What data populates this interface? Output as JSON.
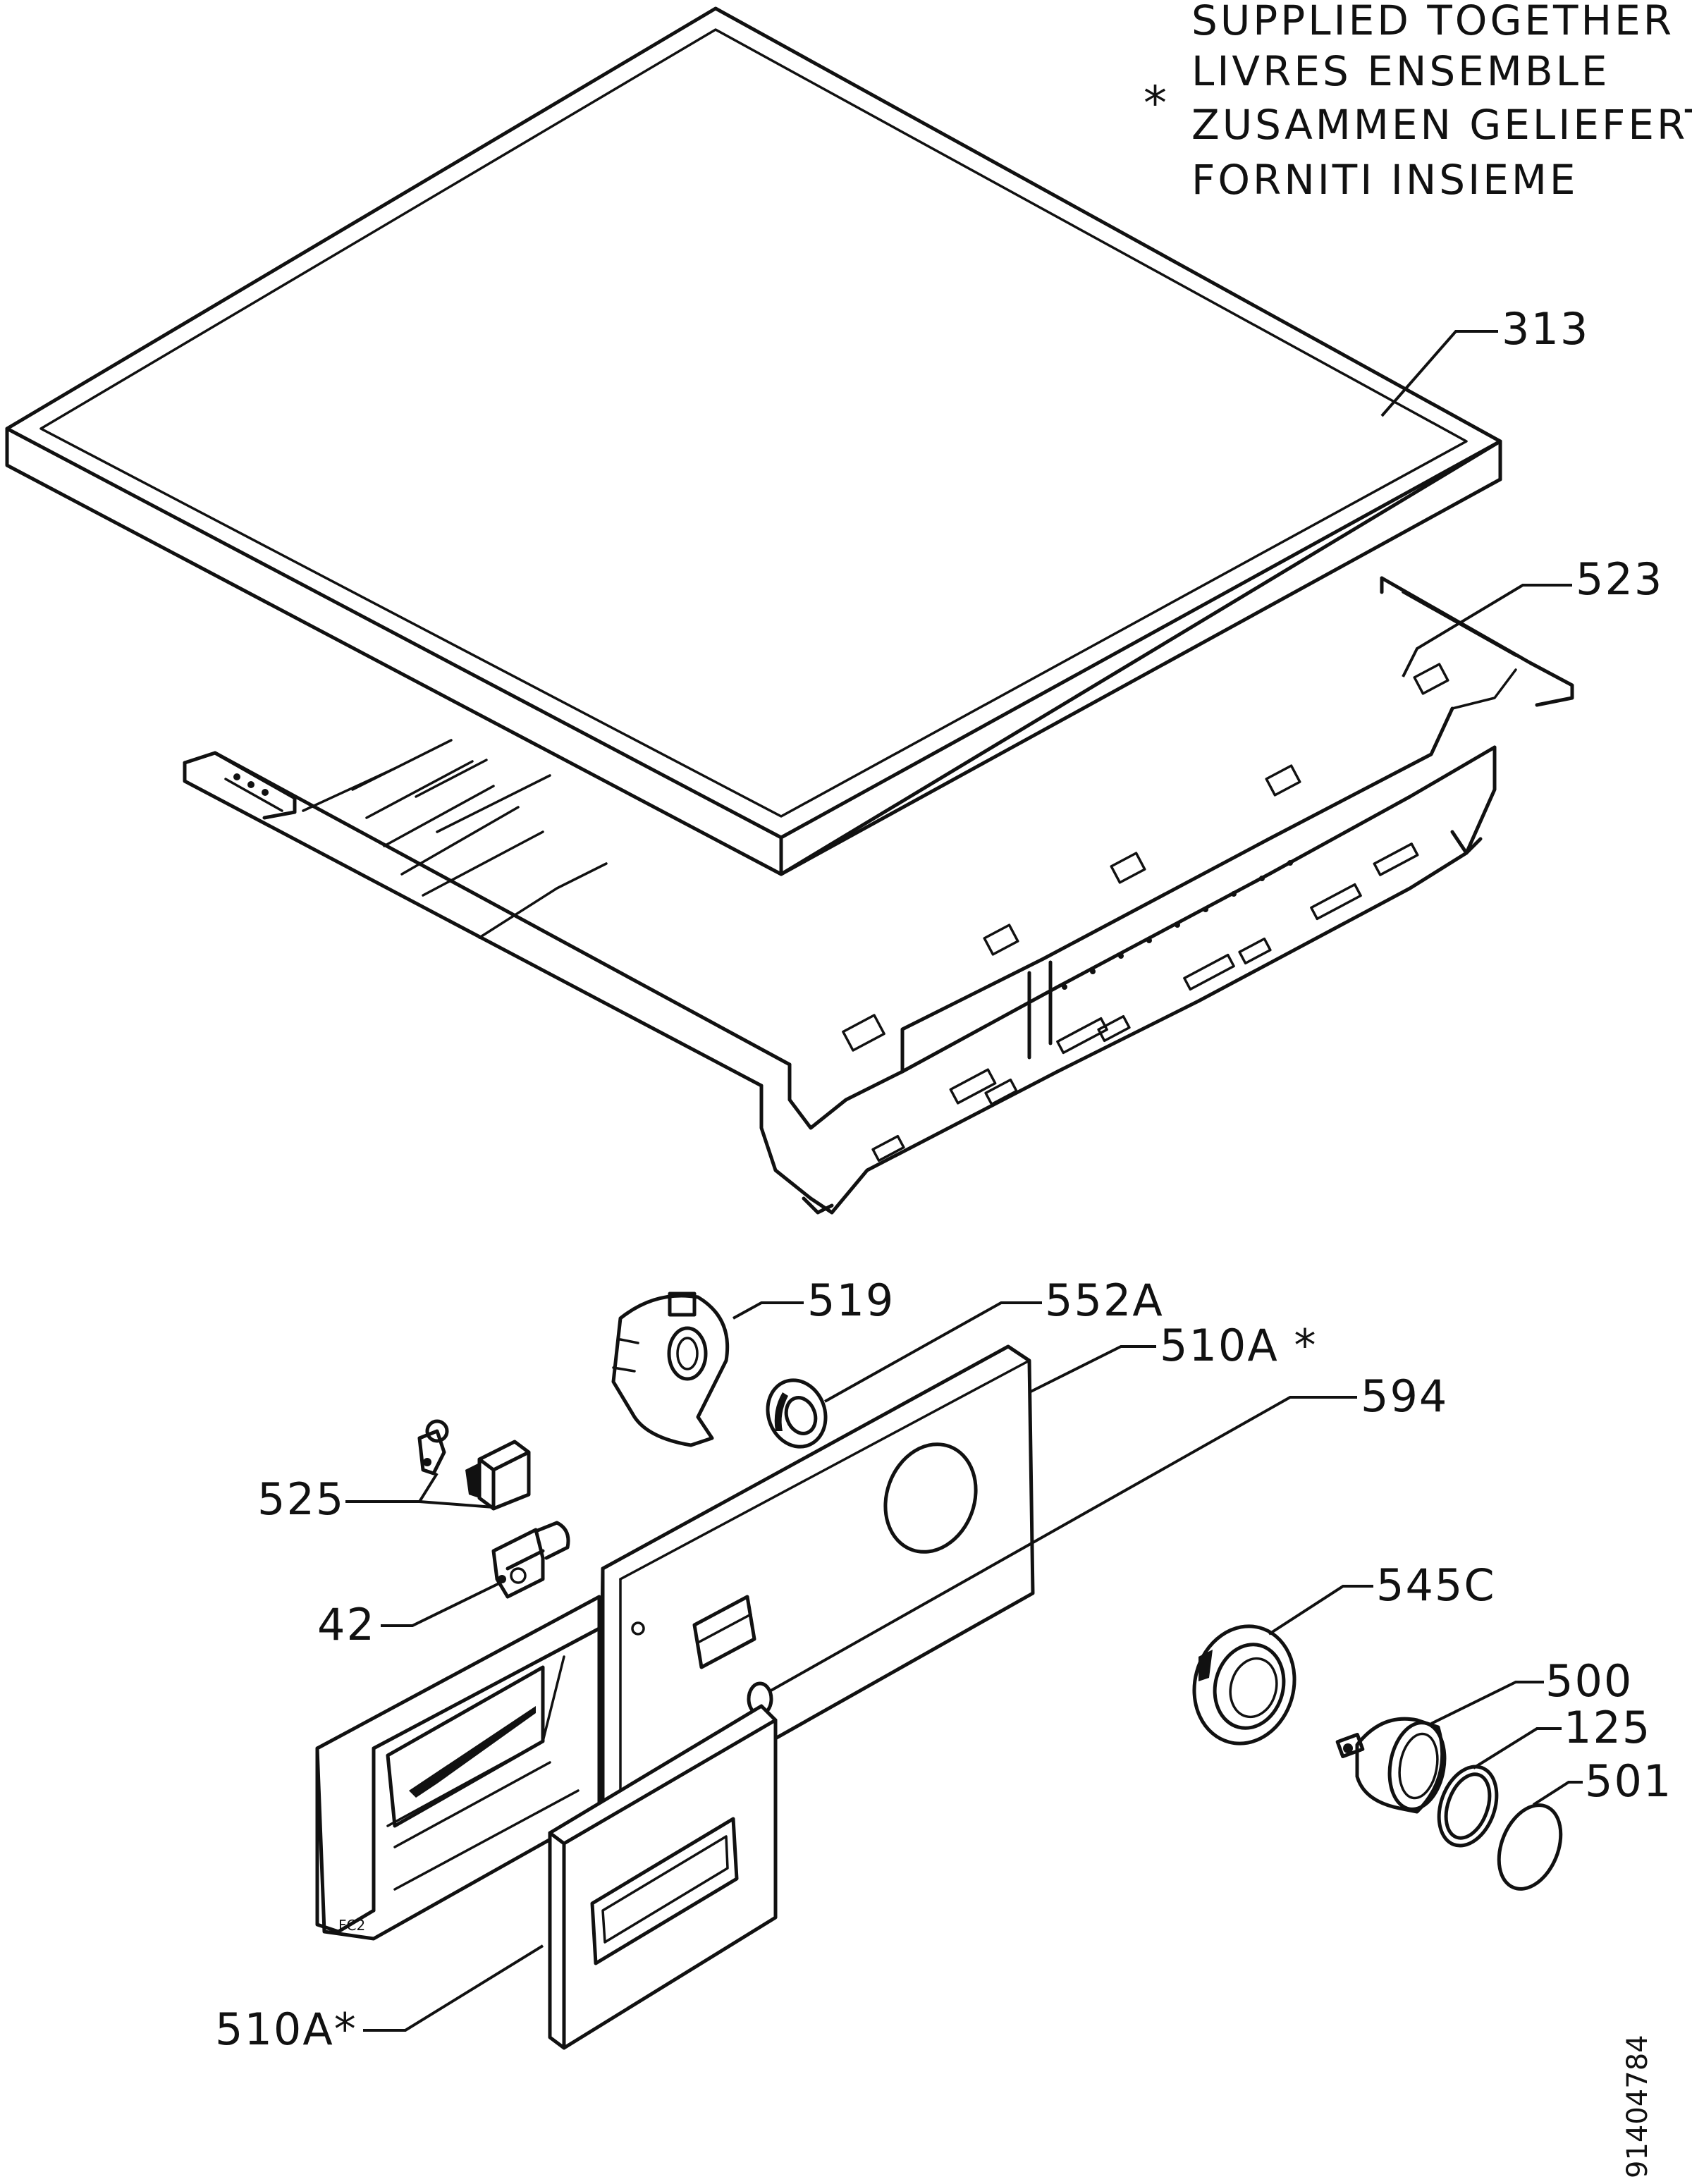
{
  "legend": {
    "asterisk": "*",
    "lines": [
      "SUPPLIED TOGETHER",
      "LIVRES ENSEMBLE",
      "ZUSAMMEN GELIEFERT",
      "FORNITI INSIEME"
    ]
  },
  "parts": {
    "p313": "313",
    "p523": "523",
    "p519": "519",
    "p552a": "552A",
    "p510a_top": "510A *",
    "p594": "594",
    "p525": "525",
    "p42": "42",
    "p545c": "545C",
    "p500": "500",
    "p125": "125",
    "p501": "501",
    "p510a_bottom": "510A*"
  },
  "doc_number": "91404784"
}
